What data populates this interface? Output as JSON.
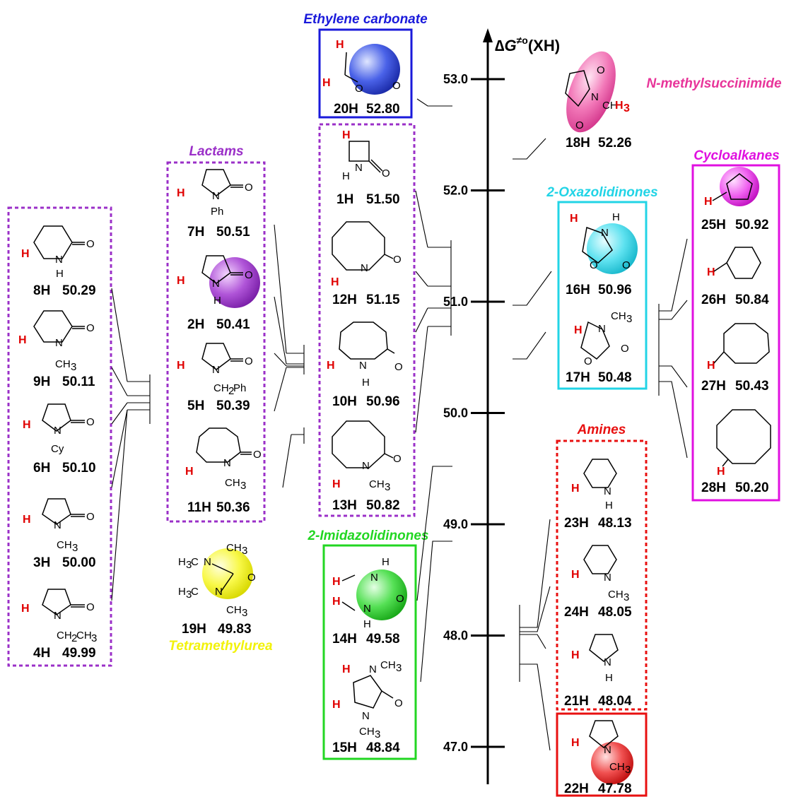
{
  "axis": {
    "label_prefix": "∆",
    "label_var": "G",
    "label_sup": "≠o",
    "label_suffix": "(XH)",
    "ticks": [
      {
        "value": 53.0,
        "label": "53.0"
      },
      {
        "value": 52.0,
        "label": "52.0"
      },
      {
        "value": 51.0,
        "label": "51.0"
      },
      {
        "value": 50.0,
        "label": "50.0"
      },
      {
        "value": 49.0,
        "label": "49.0"
      },
      {
        "value": 48.0,
        "label": "48.0"
      },
      {
        "value": 47.0,
        "label": "47.0"
      }
    ]
  },
  "groups": {
    "ethylene": {
      "title": "Ethylene carbonate",
      "color": "#1a1adb"
    },
    "lactams": {
      "title": "Lactams",
      "color": "#9b30c8"
    },
    "succinimide": {
      "title": "N-methylsuccinimide",
      "color": "#e8359a"
    },
    "oxazolidinones": {
      "title": "2-Oxazolidinones",
      "color": "#22d4e6"
    },
    "cycloalkanes": {
      "title": "Cycloalkanes",
      "color": "#e010e0"
    },
    "amines": {
      "title": "Amines",
      "color": "#e81010"
    },
    "imidazolidinones": {
      "title": "2-Imidazolidinones",
      "color": "#22d622"
    },
    "tmu": {
      "title": "Tetramethylurea",
      "color": "#f2f20a"
    }
  },
  "compounds": [
    {
      "id": "8H",
      "value": "50.29"
    },
    {
      "id": "9H",
      "value": "50.11"
    },
    {
      "id": "6H",
      "value": "50.10"
    },
    {
      "id": "3H",
      "value": "50.00"
    },
    {
      "id": "4H",
      "value": "49.99"
    },
    {
      "id": "7H",
      "value": "50.51"
    },
    {
      "id": "2H",
      "value": "50.41"
    },
    {
      "id": "5H",
      "value": "50.39"
    },
    {
      "id": "11H",
      "value": "50.36"
    },
    {
      "id": "19H",
      "value": "49.83"
    },
    {
      "id": "20H",
      "value": "52.80"
    },
    {
      "id": "1H",
      "value": "51.50"
    },
    {
      "id": "12H",
      "value": "51.15"
    },
    {
      "id": "10H",
      "value": "50.96"
    },
    {
      "id": "13H",
      "value": "50.82"
    },
    {
      "id": "14H",
      "value": "49.58"
    },
    {
      "id": "15H",
      "value": "48.84"
    },
    {
      "id": "18H",
      "value": "52.26"
    },
    {
      "id": "16H",
      "value": "50.96"
    },
    {
      "id": "17H",
      "value": "50.48"
    },
    {
      "id": "23H",
      "value": "48.13"
    },
    {
      "id": "24H",
      "value": "48.05"
    },
    {
      "id": "21H",
      "value": "48.04"
    },
    {
      "id": "22H",
      "value": "47.78"
    },
    {
      "id": "25H",
      "value": "50.92"
    },
    {
      "id": "26H",
      "value": "50.84"
    },
    {
      "id": "27H",
      "value": "50.43"
    },
    {
      "id": "28H",
      "value": "50.20"
    }
  ],
  "atoms": {
    "H": "H",
    "N": "N",
    "O": "O",
    "Ph": "Ph",
    "Cy": "Cy",
    "CH3": "CH",
    "CH2Ph": "CH",
    "CH2Ph_tail": "Ph",
    "CH2CH3": "CH",
    "CH2CH3_tail": "CH",
    "H3C": "H",
    "H3C_tail": "C",
    "sub3": "3",
    "sub2": "2"
  }
}
